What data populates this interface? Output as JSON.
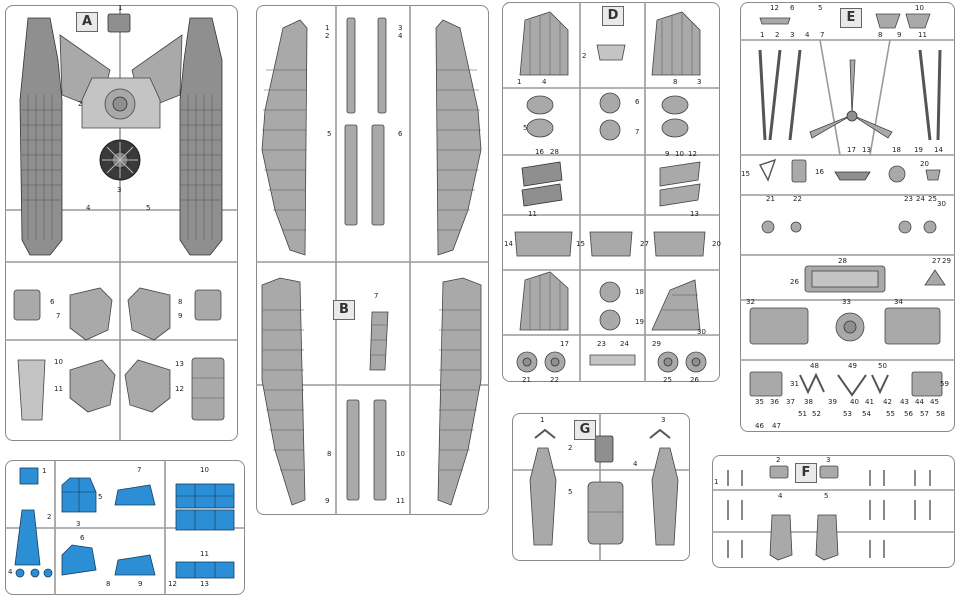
{
  "sheet": {
    "sprues": [
      {
        "letter": "A",
        "color": "#a9a9a9"
      },
      {
        "letter": "B",
        "color": "#a9a9a9"
      },
      {
        "letter": "D",
        "color": "#a9a9a9"
      },
      {
        "letter": "E",
        "color": "#a9a9a9"
      },
      {
        "letter": "G",
        "color": "#a9a9a9"
      },
      {
        "letter": "F",
        "color": "#a9a9a9"
      }
    ],
    "clear_sprue_color": "#2c8fd6"
  },
  "labels": {
    "a": [
      "1",
      "2",
      "3",
      "4",
      "5",
      "6",
      "7",
      "8",
      "9",
      "10",
      "11",
      "12",
      "13"
    ],
    "b": [
      "1",
      "2",
      "3",
      "4",
      "5",
      "6",
      "7",
      "8",
      "9",
      "10",
      "11"
    ],
    "d": [
      "1",
      "2",
      "3",
      "4",
      "5",
      "6",
      "7",
      "8",
      "9",
      "10",
      "11",
      "12",
      "13",
      "14",
      "15",
      "16",
      "17",
      "18",
      "19",
      "20",
      "21",
      "22",
      "23",
      "24",
      "25",
      "26",
      "27",
      "28",
      "29",
      "30"
    ],
    "e": [
      "1",
      "2",
      "3",
      "4",
      "5",
      "6",
      "7",
      "8",
      "9",
      "10",
      "11",
      "12",
      "13",
      "14",
      "15",
      "16",
      "17",
      "18",
      "19",
      "20",
      "21",
      "22",
      "23",
      "24",
      "25",
      "26",
      "27",
      "28",
      "29",
      "30",
      "31",
      "32",
      "33",
      "34",
      "35",
      "36",
      "37",
      "38",
      "39",
      "40",
      "41",
      "42",
      "43",
      "44",
      "45",
      "46",
      "47",
      "48",
      "49",
      "50",
      "51",
      "52",
      "53",
      "54",
      "55",
      "56",
      "57",
      "58",
      "59"
    ],
    "g": [
      "1",
      "2",
      "3",
      "4",
      "5"
    ],
    "f": [
      "1",
      "2",
      "3",
      "4",
      "5"
    ],
    "clear": [
      "1",
      "2",
      "3",
      "4",
      "5",
      "6",
      "7",
      "8",
      "9",
      "10",
      "11",
      "12",
      "13"
    ]
  }
}
